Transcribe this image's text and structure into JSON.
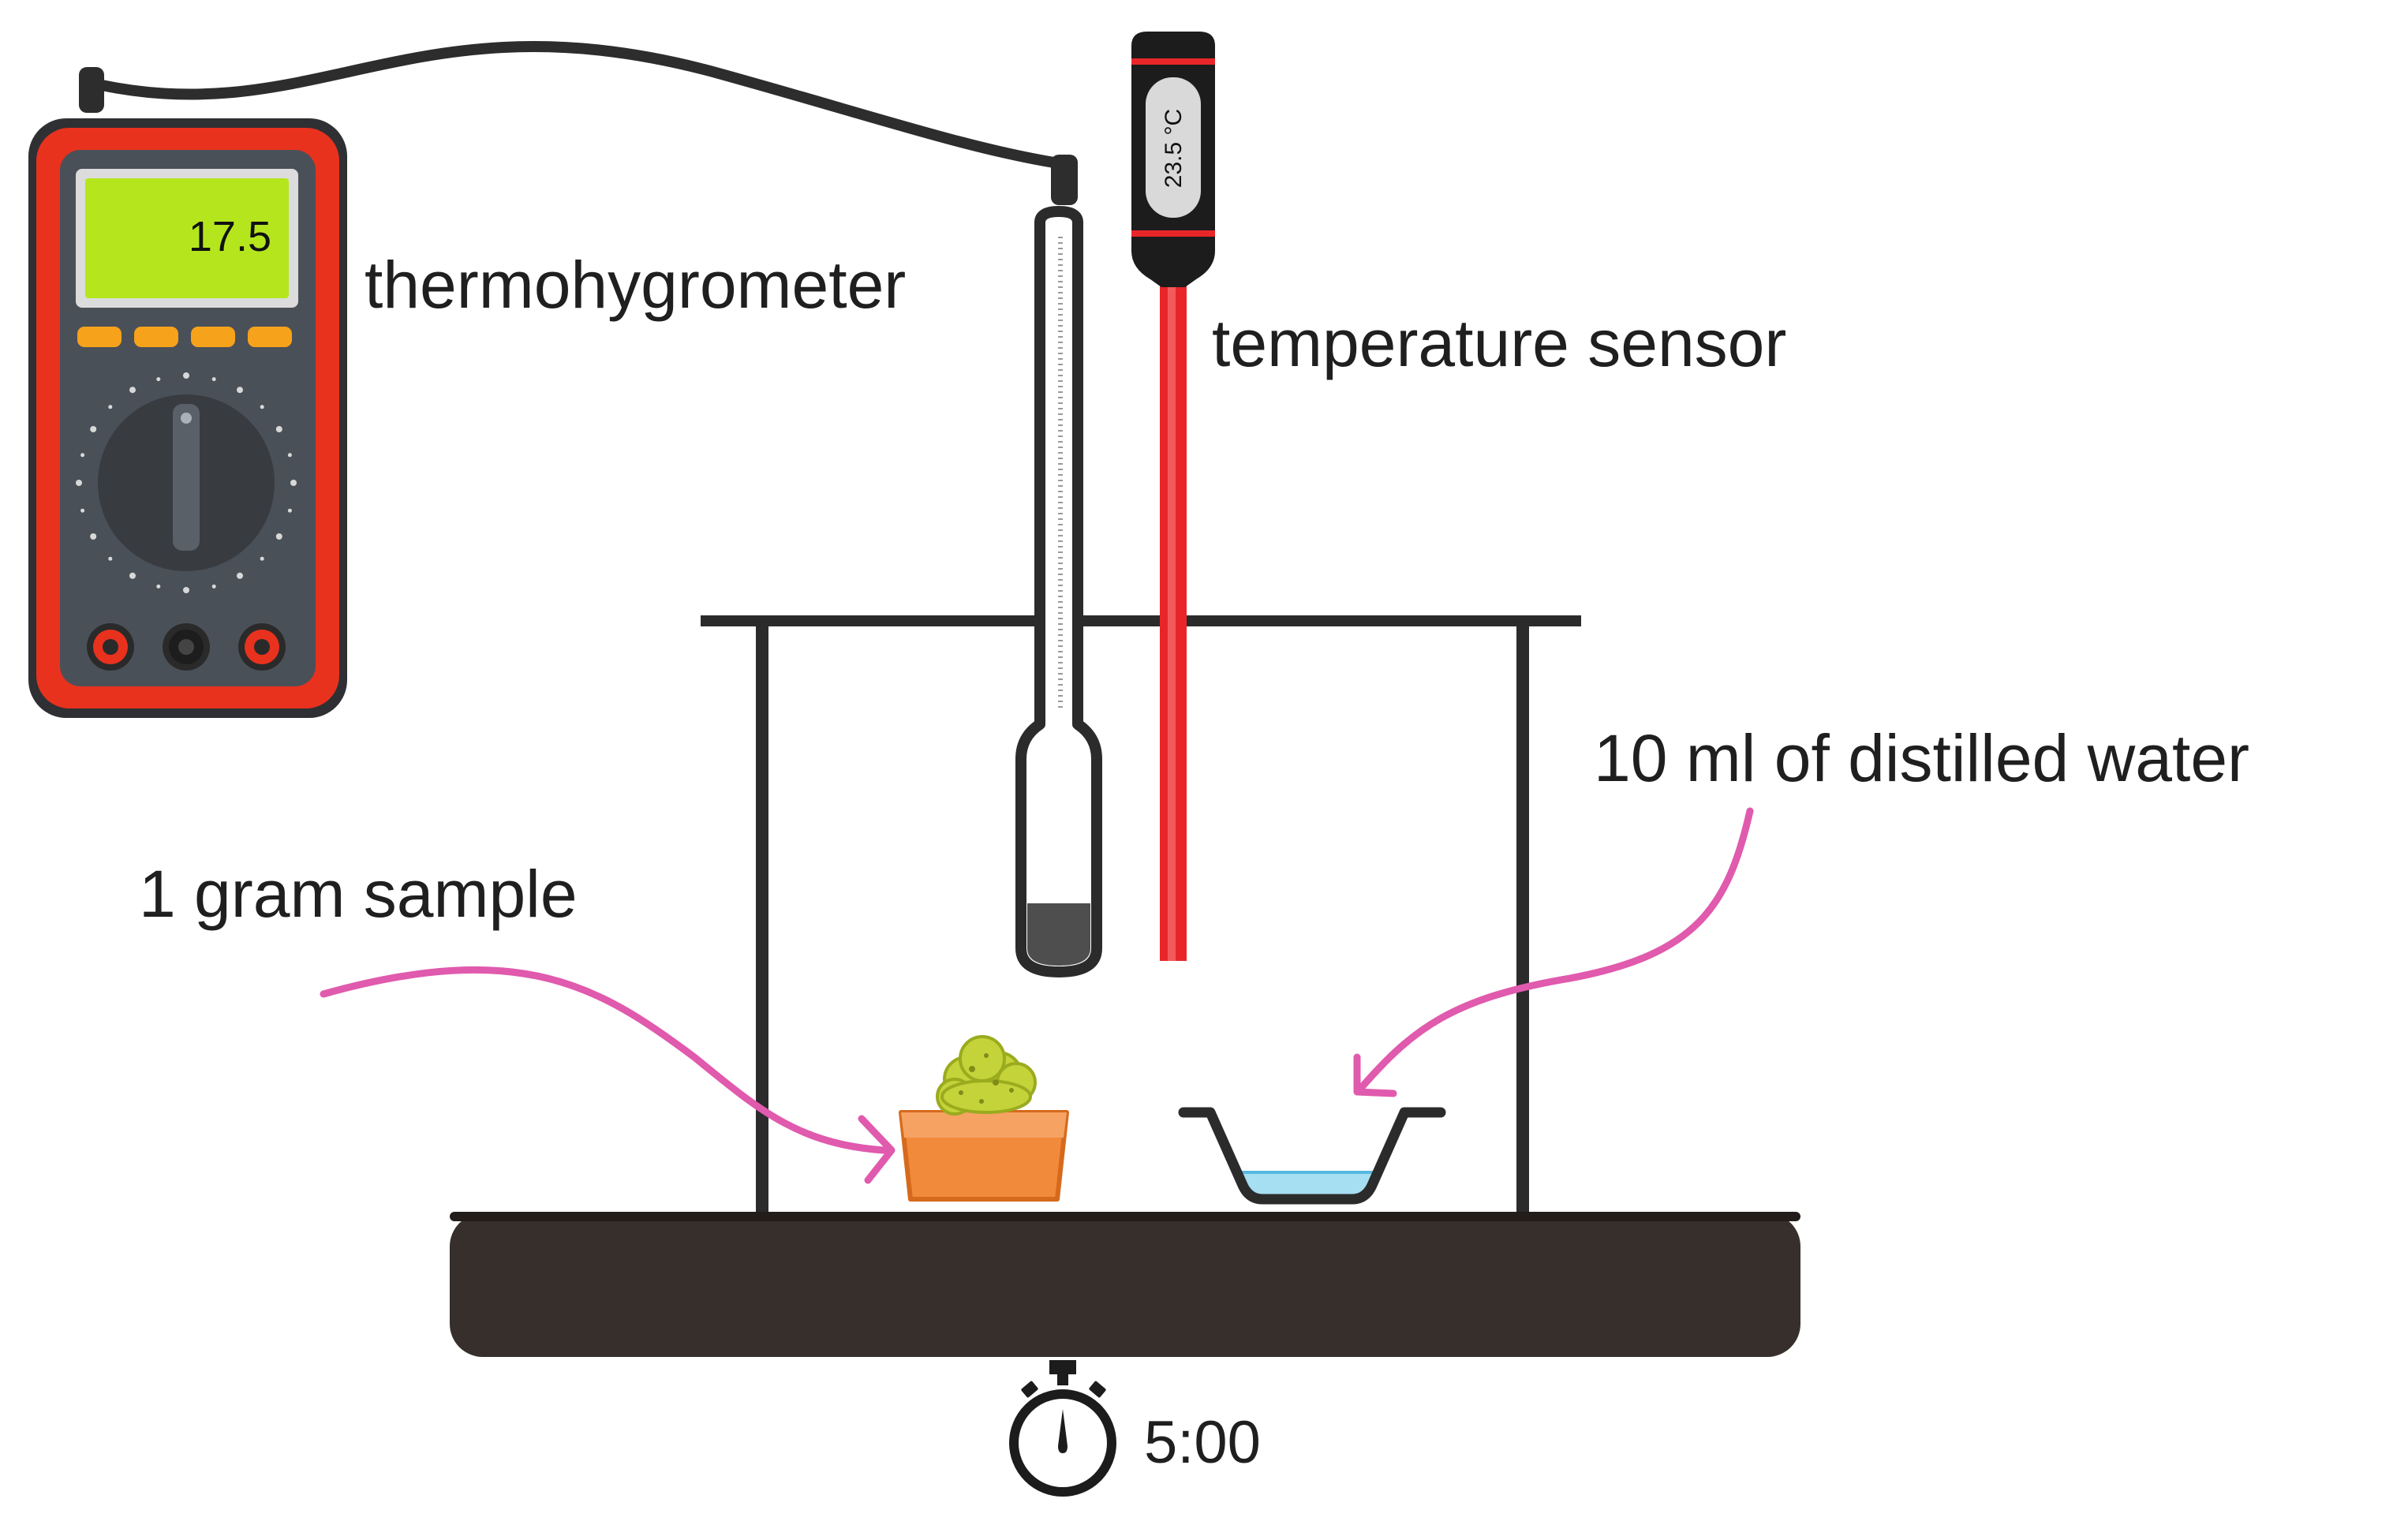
{
  "labels": {
    "thermohygrometer": "thermohygrometer",
    "temperature_sensor": "temperature sensor",
    "water": "10 ml of distilled water",
    "sample": "1 gram sample"
  },
  "multimeter": {
    "reading": "17.5"
  },
  "probe": {
    "reading": "23.5 °C"
  },
  "timer": {
    "time": "5:00"
  },
  "colors": {
    "meter_frame": "#e8321e",
    "meter_body": "#4a5058",
    "meter_screen": "#b5e61d",
    "meter_buttons": "#f7a21b",
    "probe_rod": "#e8262a",
    "probe_body": "#1c1c1c",
    "chamber": "#2b2b2b",
    "base": "#362f2b",
    "arrow": "#e05aad",
    "pot": "#f28a3c",
    "sample": "#c5d33a",
    "water": "#a6def2"
  },
  "icons": {
    "multimeter": "multimeter-icon",
    "probe": "digital-thermometer-probe-icon",
    "thermometer": "glass-thermometer-icon",
    "stopwatch": "stopwatch-icon"
  }
}
